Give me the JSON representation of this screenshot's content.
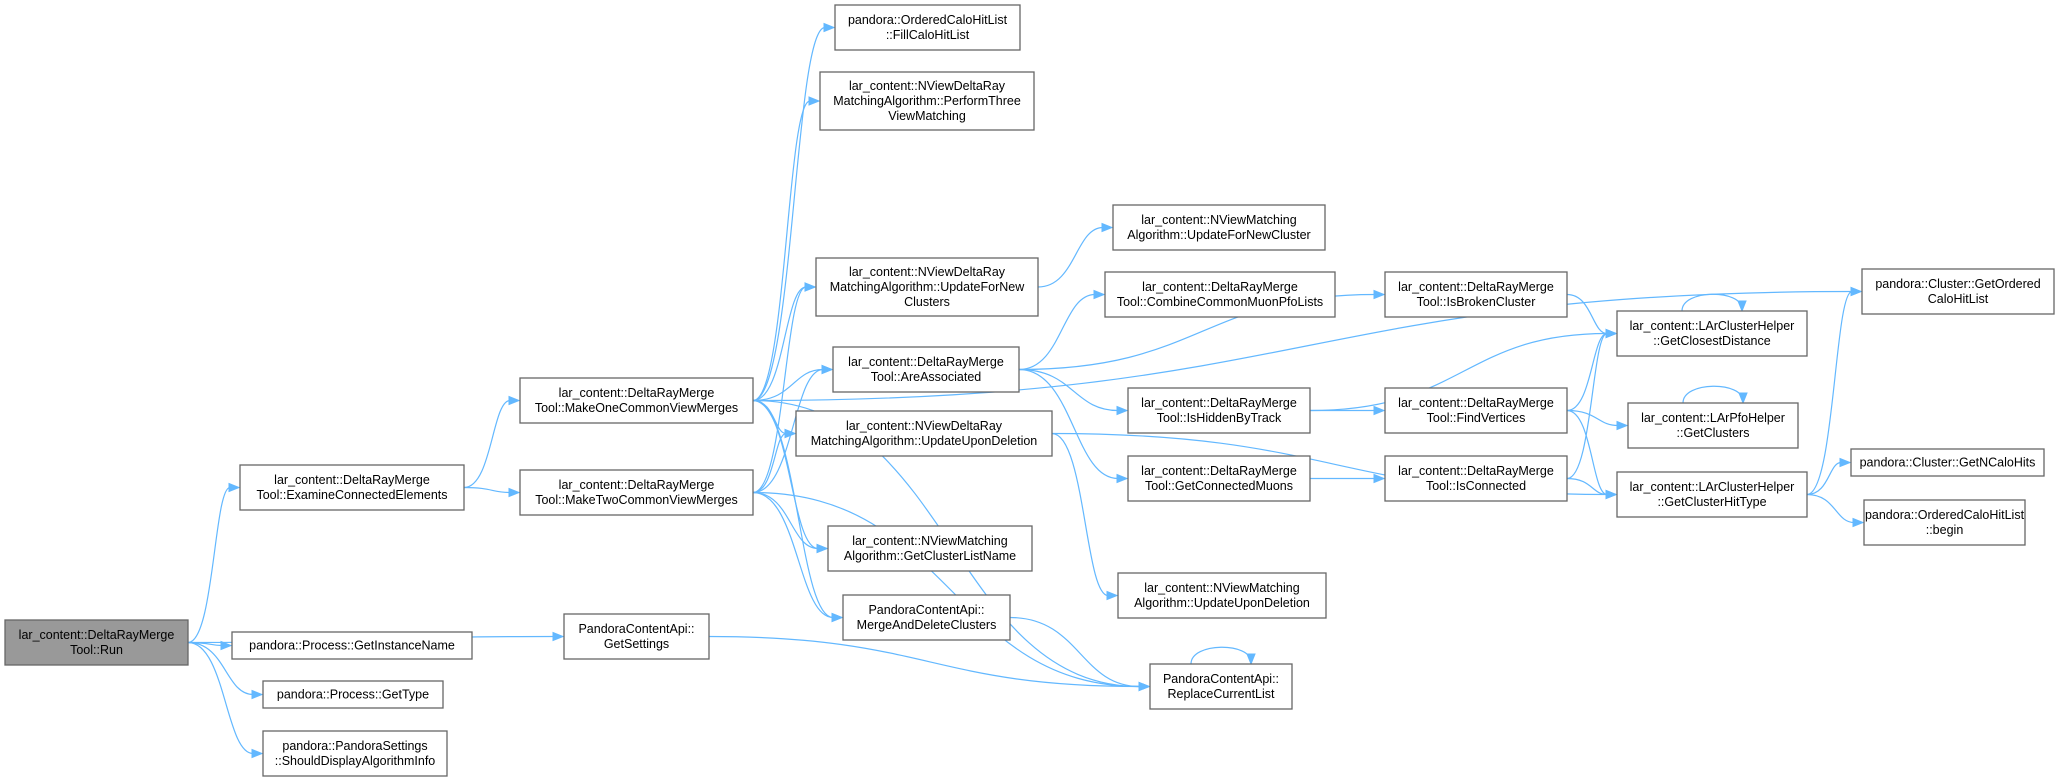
{
  "nodes": [
    {
      "id": "run",
      "lines": [
        "lar_content::DeltaRayMerge",
        "Tool::Run"
      ],
      "root": true
    },
    {
      "id": "examine",
      "lines": [
        "lar_content::DeltaRayMerge",
        "Tool::ExamineConnectedElements"
      ]
    },
    {
      "id": "getInstanceName",
      "lines": [
        "pandora::Process::GetInstanceName"
      ]
    },
    {
      "id": "getType",
      "lines": [
        "pandora::Process::GetType"
      ]
    },
    {
      "id": "shouldDisplay",
      "lines": [
        "pandora::PandoraSettings",
        "::ShouldDisplayAlgorithmInfo"
      ]
    },
    {
      "id": "getSettings",
      "lines": [
        "PandoraContentApi::",
        "GetSettings"
      ]
    },
    {
      "id": "makeOne",
      "lines": [
        "lar_content::DeltaRayMerge",
        "Tool::MakeOneCommonViewMerges"
      ]
    },
    {
      "id": "makeTwo",
      "lines": [
        "lar_content::DeltaRayMerge",
        "Tool::MakeTwoCommonViewMerges"
      ]
    },
    {
      "id": "fillCaloHitList",
      "lines": [
        "pandora::OrderedCaloHitList",
        "::FillCaloHitList"
      ]
    },
    {
      "id": "performThree",
      "lines": [
        "lar_content::NViewDeltaRay",
        "MatchingAlgorithm::PerformThree",
        "ViewMatching"
      ]
    },
    {
      "id": "updateForNewClusters",
      "lines": [
        "lar_content::NViewDeltaRay",
        "MatchingAlgorithm::UpdateForNew",
        "Clusters"
      ]
    },
    {
      "id": "areAssociated",
      "lines": [
        "lar_content::DeltaRayMerge",
        "Tool::AreAssociated"
      ]
    },
    {
      "id": "updateUponDeletionDR",
      "lines": [
        "lar_content::NViewDeltaRay",
        "MatchingAlgorithm::UpdateUponDeletion"
      ]
    },
    {
      "id": "getClusterListName",
      "lines": [
        "lar_content::NViewMatching",
        "Algorithm::GetClusterListName"
      ]
    },
    {
      "id": "mergeAndDelete",
      "lines": [
        "PandoraContentApi::",
        "MergeAndDeleteClusters"
      ]
    },
    {
      "id": "replaceCurrentList",
      "lines": [
        "PandoraContentApi::",
        "ReplaceCurrentList"
      ]
    },
    {
      "id": "updateForNewCluster",
      "lines": [
        "lar_content::NViewMatching",
        "Algorithm::UpdateForNewCluster"
      ]
    },
    {
      "id": "combineCommonMuon",
      "lines": [
        "lar_content::DeltaRayMerge",
        "Tool::CombineCommonMuonPfoLists"
      ]
    },
    {
      "id": "isHiddenByTrack",
      "lines": [
        "lar_content::DeltaRayMerge",
        "Tool::IsHiddenByTrack"
      ]
    },
    {
      "id": "getConnectedMuons",
      "lines": [
        "lar_content::DeltaRayMerge",
        "Tool::GetConnectedMuons"
      ]
    },
    {
      "id": "updateUponDeletionNV",
      "lines": [
        "lar_content::NViewMatching",
        "Algorithm::UpdateUponDeletion"
      ]
    },
    {
      "id": "isBrokenCluster",
      "lines": [
        "lar_content::DeltaRayMerge",
        "Tool::IsBrokenCluster"
      ]
    },
    {
      "id": "findVertices",
      "lines": [
        "lar_content::DeltaRayMerge",
        "Tool::FindVertices"
      ]
    },
    {
      "id": "isConnected",
      "lines": [
        "lar_content::DeltaRayMerge",
        "Tool::IsConnected"
      ]
    },
    {
      "id": "getClosestDistance",
      "lines": [
        "lar_content::LArClusterHelper",
        "::GetClosestDistance"
      ]
    },
    {
      "id": "getClusters",
      "lines": [
        "lar_content::LArPfoHelper",
        "::GetClusters"
      ]
    },
    {
      "id": "getClusterHitType",
      "lines": [
        "lar_content::LArClusterHelper",
        "::GetClusterHitType"
      ]
    },
    {
      "id": "getOrderedCaloHitList",
      "lines": [
        "pandora::Cluster::GetOrdered",
        "CaloHitList"
      ]
    },
    {
      "id": "getNCaloHits",
      "lines": [
        "pandora::Cluster::GetNCaloHits"
      ]
    },
    {
      "id": "begin",
      "lines": [
        "pandora::OrderedCaloHitList",
        "::begin"
      ]
    }
  ],
  "edges": [
    [
      "run",
      "examine"
    ],
    [
      "run",
      "getInstanceName"
    ],
    [
      "run",
      "getType"
    ],
    [
      "run",
      "shouldDisplay"
    ],
    [
      "run",
      "getSettings"
    ],
    [
      "getSettings",
      "replaceCurrentList"
    ],
    [
      "examine",
      "makeOne"
    ],
    [
      "examine",
      "makeTwo"
    ],
    [
      "makeOne",
      "fillCaloHitList"
    ],
    [
      "makeOne",
      "performThree"
    ],
    [
      "makeOne",
      "updateForNewClusters"
    ],
    [
      "makeOne",
      "areAssociated"
    ],
    [
      "makeOne",
      "updateUponDeletionDR"
    ],
    [
      "makeOne",
      "getClusterListName"
    ],
    [
      "makeOne",
      "mergeAndDelete"
    ],
    [
      "makeOne",
      "replaceCurrentList"
    ],
    [
      "makeOne",
      "getOrderedCaloHitList"
    ],
    [
      "makeTwo",
      "updateForNewClusters"
    ],
    [
      "makeTwo",
      "areAssociated"
    ],
    [
      "makeTwo",
      "updateUponDeletionDR"
    ],
    [
      "makeTwo",
      "getClusterListName"
    ],
    [
      "makeTwo",
      "mergeAndDelete"
    ],
    [
      "makeTwo",
      "replaceCurrentList"
    ],
    [
      "updateForNewClusters",
      "updateForNewCluster"
    ],
    [
      "areAssociated",
      "combineCommonMuon"
    ],
    [
      "areAssociated",
      "isBrokenCluster"
    ],
    [
      "areAssociated",
      "isHiddenByTrack"
    ],
    [
      "areAssociated",
      "getConnectedMuons"
    ],
    [
      "updateUponDeletionDR",
      "updateUponDeletionNV"
    ],
    [
      "updateUponDeletionDR",
      "getClusterHitType"
    ],
    [
      "mergeAndDelete",
      "replaceCurrentList"
    ],
    [
      "replaceCurrentList",
      "replaceCurrentList"
    ],
    [
      "isBrokenCluster",
      "getClosestDistance"
    ],
    [
      "isHiddenByTrack",
      "findVertices"
    ],
    [
      "isHiddenByTrack",
      "getClosestDistance"
    ],
    [
      "getConnectedMuons",
      "isConnected"
    ],
    [
      "findVertices",
      "getClosestDistance"
    ],
    [
      "findVertices",
      "getClusters"
    ],
    [
      "findVertices",
      "getClusterHitType"
    ],
    [
      "isConnected",
      "getClosestDistance"
    ],
    [
      "isConnected",
      "getClusterHitType"
    ],
    [
      "getClosestDistance",
      "getClosestDistance"
    ],
    [
      "getClusters",
      "getClusters"
    ],
    [
      "getClusterHitType",
      "getOrderedCaloHitList"
    ],
    [
      "getClusterHitType",
      "getNCaloHits"
    ],
    [
      "getClusterHitType",
      "begin"
    ]
  ]
}
